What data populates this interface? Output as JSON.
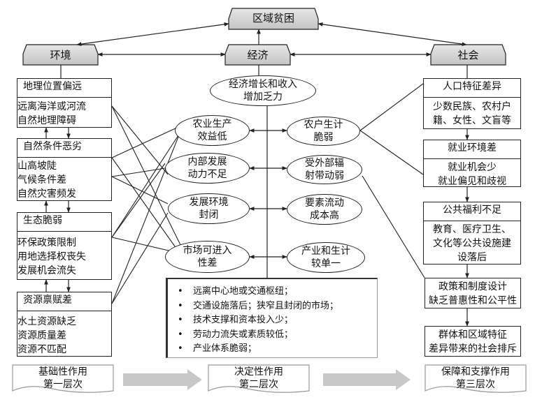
{
  "top": {
    "label": "区域贫困"
  },
  "pillars": {
    "environment": "环境",
    "economy": "经济",
    "society": "社会"
  },
  "environment": [
    {
      "title": "地理位置偏远",
      "items": [
        "远离海洋或河流",
        "自然地理障碍"
      ]
    },
    {
      "title": "自然条件恶劣",
      "items": [
        "山高坡陡",
        "气候条件差",
        "自然灾害频发"
      ]
    },
    {
      "title": "生态脆弱",
      "items": [
        "环保政策限制",
        "用地选择权丧失",
        "发展机会流失"
      ]
    },
    {
      "title": "资源禀赋差",
      "items": [
        "水土资源缺乏",
        "资源质量差",
        "资源不匹配"
      ]
    }
  ],
  "economy": {
    "central": [
      "经济增长和收入",
      "增加乏力"
    ],
    "left_ovals": [
      [
        "农业生产",
        "效益低"
      ],
      [
        "内部发展",
        "动力不足"
      ],
      [
        "发展环境",
        "封闭"
      ],
      [
        "市场可进入",
        "性差"
      ]
    ],
    "right_ovals": [
      [
        "农户生计",
        "脆弱"
      ],
      [
        "受外部辐",
        "射带动弱"
      ],
      [
        "要素流动",
        "成本高"
      ],
      [
        "产业和生计",
        "较单一"
      ]
    ],
    "bullets": [
      "远离中心地或交通枢纽；",
      "交通设施落后；狭窄且封闭的市场；",
      "技术支撑和资本投入少；",
      "劳动力流失或素质较低；",
      "产业体系脆弱；"
    ]
  },
  "society": [
    {
      "title": "人口特征差异",
      "items": [
        "少数民族、农村户",
        "籍、女性、文盲等"
      ]
    },
    {
      "title": "就业环境差",
      "items": [
        "就业机会少",
        "就业偏见和歧视"
      ]
    },
    {
      "title": "公共福利不足",
      "items": [
        "教育、医疗卫生、",
        "文化等公共设施建",
        "设落后"
      ]
    },
    {
      "title": "",
      "items": [
        "政策和制度设计",
        "缺乏普惠性和公平性"
      ]
    },
    {
      "title": "",
      "items": [
        "群体和区域特征",
        "差异带来的社会排斥"
      ]
    }
  ],
  "levels": [
    [
      "基础性作用",
      "第一层次"
    ],
    [
      "决定性作用",
      "第二层次"
    ],
    [
      "保障和支撑作用",
      "第三层次"
    ]
  ]
}
